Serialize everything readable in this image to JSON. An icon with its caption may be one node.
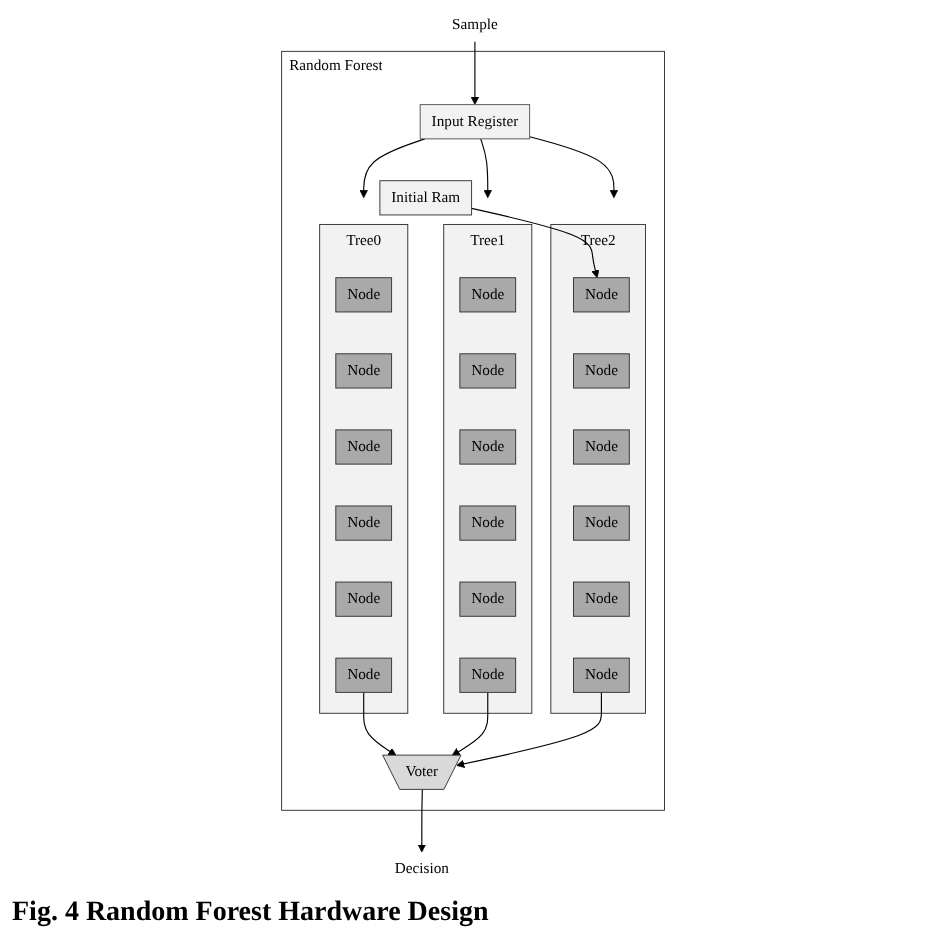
{
  "diagram": {
    "caption": "Fig. 4 Random Forest Hardware Design",
    "nodes": [
      {
        "text": [
          "Sample"
        ]
      },
      {
        "text": [
          "Random Forest"
        ]
      },
      {
        "text": [
          "Input Register"
        ],
        "in": 1
      },
      {
        "text": [
          "Tree0"
        ],
        "in": 1
      },
      {
        "text": [
          "Node"
        ],
        "in": 3
      },
      {
        "text": [
          "Node"
        ],
        "in": 3
      },
      {
        "text": [
          "Node"
        ],
        "in": 3
      },
      {
        "text": [
          "Node"
        ],
        "in": 3
      },
      {
        "text": [
          "Node"
        ],
        "in": 3
      },
      {
        "text": [
          "Node"
        ],
        "in": 3
      },
      {
        "text": [
          "Tree1"
        ],
        "in": 1
      },
      {
        "text": [
          "Node"
        ],
        "in": 10
      },
      {
        "text": [
          "Node"
        ],
        "in": 10
      },
      {
        "text": [
          "Node"
        ],
        "in": 10
      },
      {
        "text": [
          "Node"
        ],
        "in": 10
      },
      {
        "text": [
          "Node"
        ],
        "in": 10
      },
      {
        "text": [
          "Node"
        ],
        "in": 10
      },
      {
        "text": [
          "Tree2"
        ],
        "in": 1
      },
      {
        "text": [
          "Node"
        ],
        "in": 17
      },
      {
        "text": [
          "Node"
        ],
        "in": 17
      },
      {
        "text": [
          "Node"
        ],
        "in": 17
      },
      {
        "text": [
          "Node"
        ],
        "in": 17
      },
      {
        "text": [
          "Node"
        ],
        "in": 17
      },
      {
        "text": [
          "Node"
        ],
        "in": 17
      },
      {
        "text": [
          "Initial Ram"
        ],
        "in": 1
      },
      {
        "text": [
          "Voter"
        ],
        "in": 1
      },
      {
        "text": [
          "Decision"
        ]
      }
    ],
    "edges": [
      {
        "from": 0,
        "to": 2,
        "arrow": "to"
      },
      {
        "from": 2,
        "to": 3,
        "arrow": "to"
      },
      {
        "from": 2,
        "to": 10,
        "arrow": "to"
      },
      {
        "from": 2,
        "to": 17,
        "arrow": "to"
      },
      {
        "from": 24,
        "to": 18,
        "arrow": "to"
      },
      {
        "from": 9,
        "to": 25,
        "arrow": "to"
      },
      {
        "from": 16,
        "to": 25,
        "arrow": "to"
      },
      {
        "from": 23,
        "to": 25,
        "arrow": "to"
      },
      {
        "from": 25,
        "to": 26,
        "arrow": "to"
      }
    ]
  }
}
